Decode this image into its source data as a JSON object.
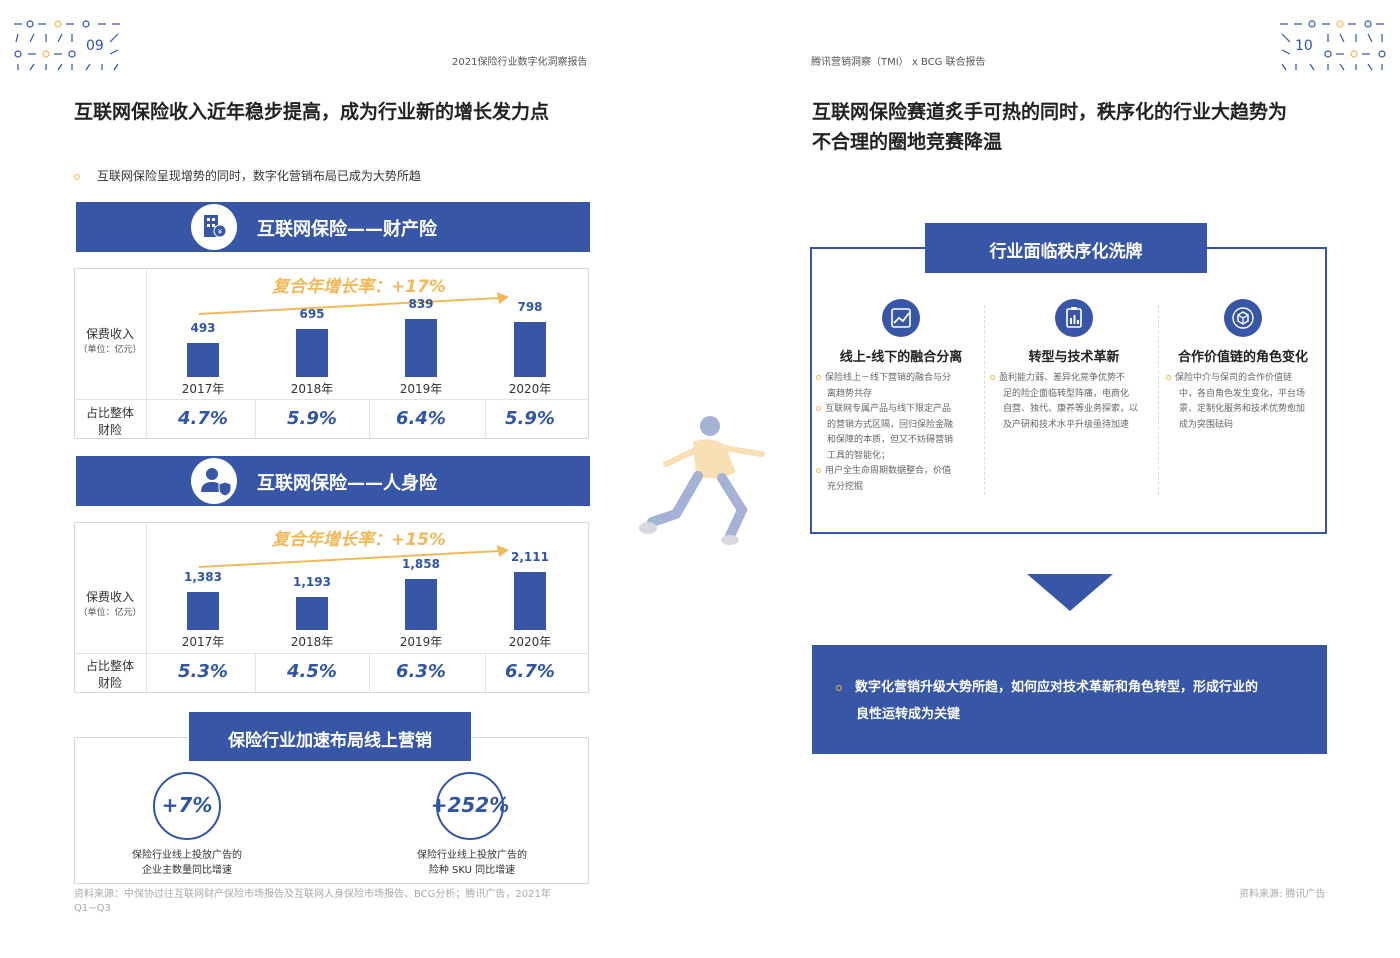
{
  "left_page": {
    "page_number": "09",
    "header": "2021保险行业数字化洞察报告",
    "title": "互联网保险收入近年稳步提高，成为行业新的增长发力点",
    "bullet": "互联网保险呈现增势的同时，数字化营销布局已成为大势所趋",
    "property": {
      "banner": "互联网保险——财产险",
      "cagr": "复合年增长率：+17%",
      "y_label": "保费收入",
      "y_unit": "（单位：亿元）",
      "share_label_1": "占比整体",
      "share_label_2": "财险",
      "years": [
        "2017年",
        "2018年",
        "2019年",
        "2020年"
      ],
      "values": [
        "493",
        "695",
        "839",
        "798"
      ],
      "shares": [
        "4.7%",
        "5.9%",
        "6.4%",
        "5.9%"
      ]
    },
    "life": {
      "banner": "互联网保险——人身险",
      "cagr": "复合年增长率：+15%",
      "y_label": "保费收入",
      "y_unit": "（单位：亿元）",
      "share_label_1": "占比整体",
      "share_label_2": "财险",
      "years": [
        "2017年",
        "2018年",
        "2019年",
        "2020年"
      ],
      "values": [
        "1,383",
        "1,193",
        "1,858",
        "2,111"
      ],
      "shares": [
        "5.3%",
        "4.5%",
        "6.3%",
        "6.7%"
      ]
    },
    "online": {
      "banner": "保险行业加速布局线上营销",
      "left_value": "+7%",
      "left_caption_1": "保险行业线上投放广告的",
      "left_caption_2": "企业主数量同比增速",
      "right_value": "+252%",
      "right_caption_1": "保险行业线上投放广告的",
      "right_caption_2": "险种 SKU 同比增速"
    },
    "source_1": "资料来源：中保协过往互联网财产保险市场报告及互联网人身保险市场报告、BCG分析；腾讯广告，2021年",
    "source_2": "Q1~Q3"
  },
  "right_page": {
    "page_number": "10",
    "header": "腾讯营销洞察（TMI） x  BCG 联合报告",
    "title_1": "互联网保险赛道炙手可热的同时，秩序化的行业大趋势为",
    "title_2": "不合理的圈地竞赛降温",
    "banner": "行业面临秩序化洗牌",
    "columns": [
      {
        "title": "线上-线下的融合分离",
        "lines": [
          "保险线上－线下营销的融合与分",
          "离趋势共存",
          "互联网专属产品与线下限定产品",
          "的营销方式区隔，回归保险金融",
          "和保障的本质，但又不妨碍营销",
          "工具的智能化；",
          "用户全生命周期数据整合，价值",
          "充分挖掘"
        ]
      },
      {
        "title": "转型与技术革新",
        "lines": [
          "盈利能力弱、差异化竞争优势不",
          "足的险企面临转型阵痛，电商化",
          "自营、独代、康养等业务探索，以",
          "及产研和技术水平升级亟待加速"
        ]
      },
      {
        "title": "合作价值链的角色变化",
        "lines": [
          "保险中介与保司的合作价值链",
          "中，各自角色发生变化，平台场",
          "景、定制化服务和技术优势愈加",
          "成为突围砝码"
        ]
      }
    ],
    "conclusion_1": "数字化营销升级大势所趋，如何应对技术革新和角色转型，形成行业的",
    "conclusion_2": "良性运转成为关键",
    "source": "资料来源: 腾讯广告"
  },
  "chart_data": [
    {
      "type": "bar",
      "title": "互联网保险——财产险",
      "categories": [
        "2017年",
        "2018年",
        "2019年",
        "2020年"
      ],
      "values": [
        493,
        695,
        839,
        798
      ],
      "ylabel": "保费收入（单位：亿元）"
    },
    {
      "type": "bar",
      "title": "互联网保险——人身险",
      "categories": [
        "2017年",
        "2018年",
        "2019年",
        "2020年"
      ],
      "values": [
        1383,
        1193,
        1858,
        2111
      ],
      "ylabel": "保费收入（单位：亿元）"
    }
  ],
  "colors": {
    "primary": "#3756a6",
    "accent": "#f2b95b"
  }
}
